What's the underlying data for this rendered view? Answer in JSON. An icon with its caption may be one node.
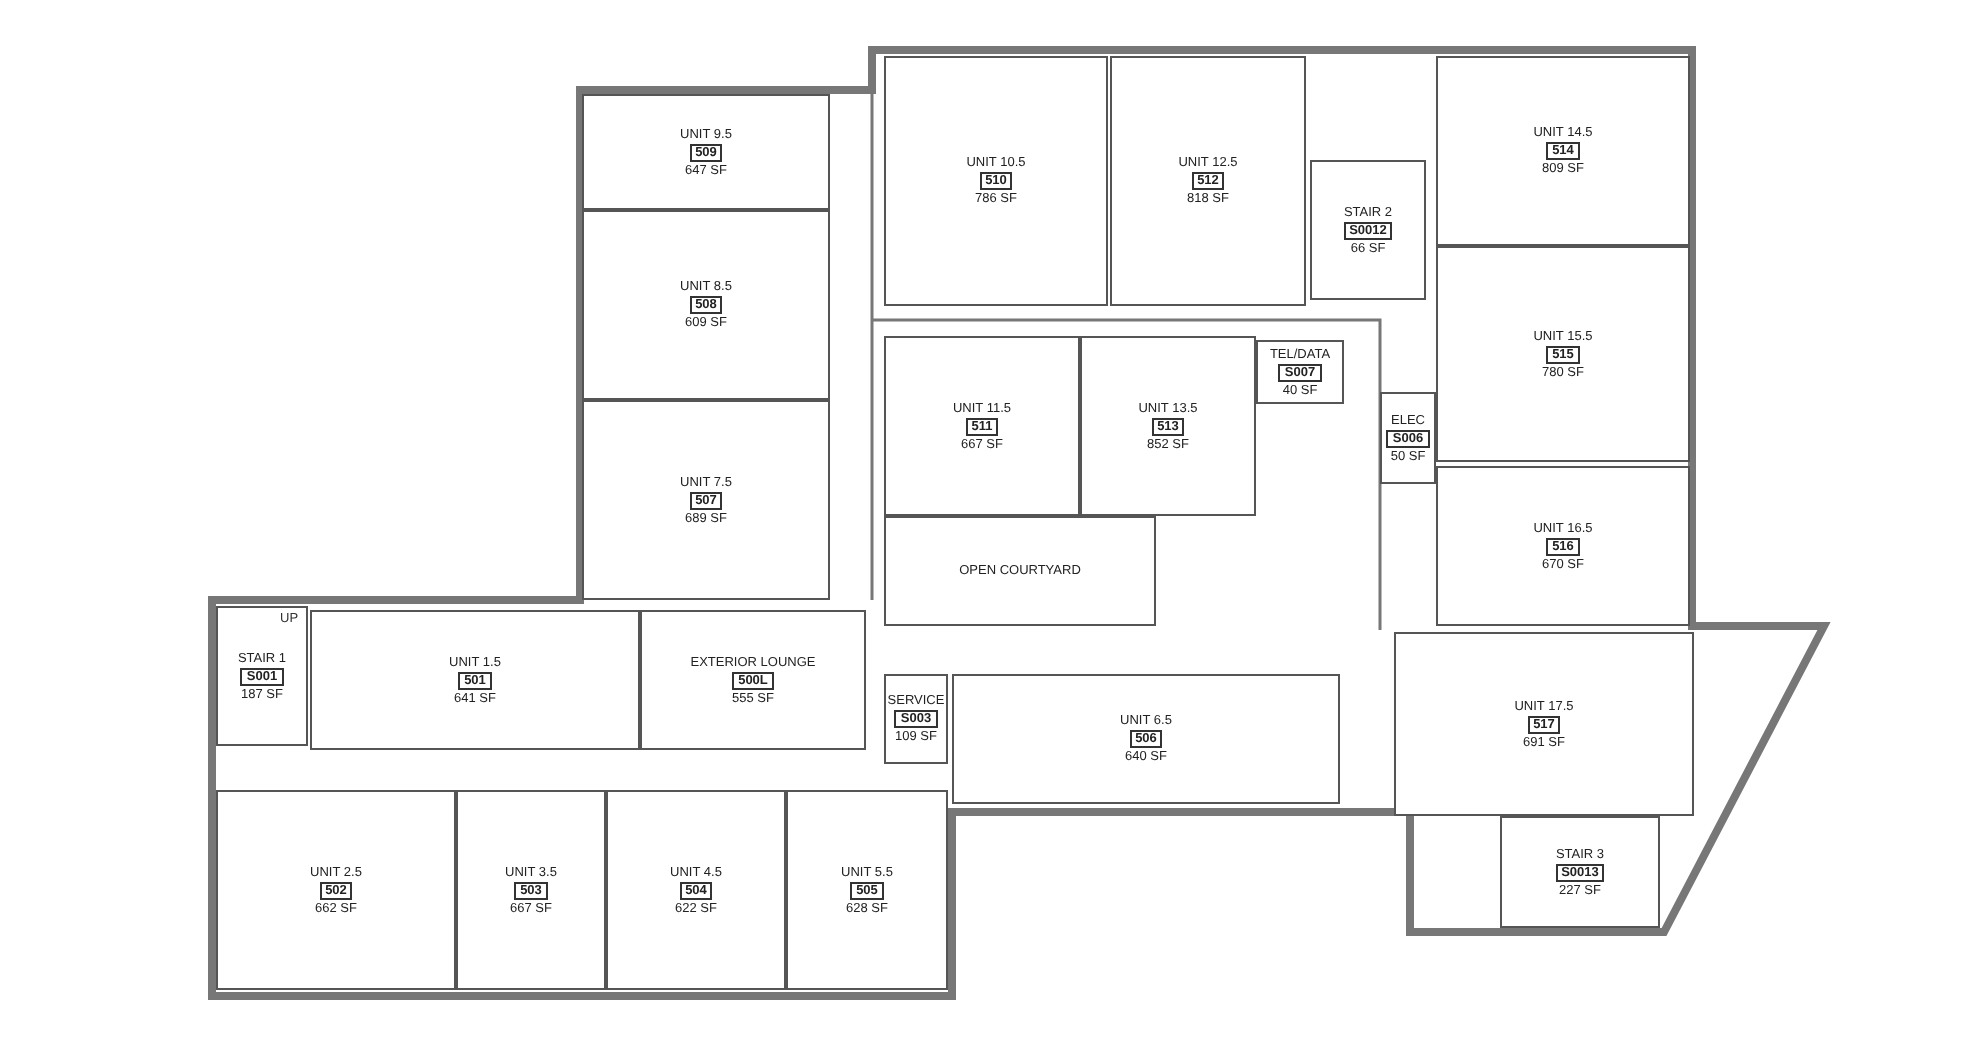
{
  "diagram": {
    "nodes": [
      {
        "text": [
          "UNIT 9.5",
          "509",
          "647 SF"
        ]
      },
      {
        "text": [
          "UNIT 10.5",
          "510",
          "786 SF"
        ]
      },
      {
        "text": [
          "UNIT 12.5",
          "512",
          "818 SF"
        ]
      },
      {
        "text": [
          "UNIT 14.5",
          "514",
          "809 SF"
        ]
      },
      {
        "text": [
          "STAIR 2",
          "S0012",
          "66 SF"
        ]
      },
      {
        "text": [
          "UNIT 8.5",
          "508",
          "609 SF"
        ]
      },
      {
        "text": [
          "UNIT 15.5",
          "515",
          "780 SF"
        ]
      },
      {
        "text": [
          "TEL/DATA",
          "S007",
          "40 SF"
        ]
      },
      {
        "text": [
          "UNIT 11.5",
          "511",
          "667 SF"
        ]
      },
      {
        "text": [
          "UNIT 13.5",
          "513",
          "852 SF"
        ]
      },
      {
        "text": [
          "ELEC",
          "S006",
          "50 SF"
        ]
      },
      {
        "text": [
          "UNIT 7.5",
          "507",
          "689 SF"
        ]
      },
      {
        "text": [
          "OPEN COURTYARD"
        ]
      },
      {
        "text": [
          "UNIT 16.5",
          "516",
          "670 SF"
        ]
      },
      {
        "text": [
          "STAIR 1",
          "S001",
          "187 SF"
        ]
      },
      {
        "text": [
          "UNIT 17.5",
          "517",
          "691 SF"
        ]
      },
      {
        "text": [
          "UNIT 1.5",
          "501",
          "641 SF"
        ]
      },
      {
        "text": [
          "EXTERIOR LOUNGE",
          "500L",
          "555 SF"
        ]
      },
      {
        "text": [
          "SERVICE",
          "S003",
          "109 SF"
        ]
      },
      {
        "text": [
          "UNIT 6.5",
          "506",
          "640 SF"
        ]
      },
      {
        "text": [
          "UNIT 2.5",
          "502",
          "662 SF"
        ]
      },
      {
        "text": [
          "UNIT 3.5",
          "503",
          "667 SF"
        ]
      },
      {
        "text": [
          "UNIT 4.5",
          "504",
          "622 SF"
        ]
      },
      {
        "text": [
          "UNIT 5.5",
          "505",
          "628 SF"
        ]
      },
      {
        "text": [
          "STAIR 3",
          "S0013",
          "227 SF"
        ]
      }
    ],
    "labels": [
      "UP"
    ]
  }
}
